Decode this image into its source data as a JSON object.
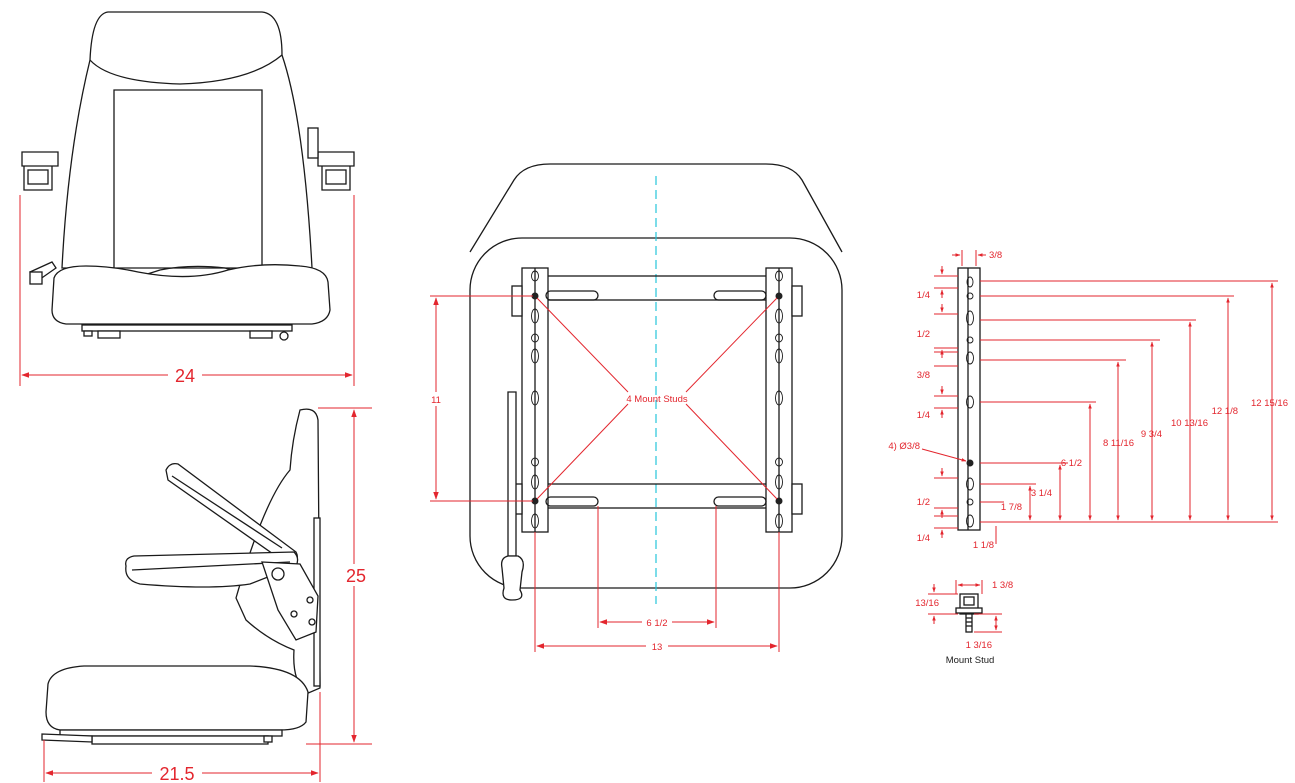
{
  "front_view": {
    "width_dim": "24"
  },
  "side_view": {
    "height_dim": "25",
    "depth_dim": "21.5"
  },
  "bottom_view": {
    "callout": "4 Mount Studs",
    "vertical_dim": "11",
    "inner_width_dim": "6 1/2",
    "outer_width_dim": "13"
  },
  "rail_detail": {
    "top_width": "3/8",
    "spacing_labels": [
      "1/4",
      "1/2",
      "3/8",
      "1/4",
      "1/2",
      "1/4"
    ],
    "hole_note": "4) Ø3/8",
    "bottom_offset": "1 1/8",
    "heights": [
      "1 7/8",
      "3 1/4",
      "6 1/2",
      "8 11/16",
      "9 3/4",
      "10 13/16",
      "12 1/8",
      "12 15/16"
    ]
  },
  "stud_detail": {
    "width_dim": "1 3/8",
    "height_dim": "13/16",
    "thread_dim": "1 3/16",
    "caption": "Mount Stud"
  }
}
